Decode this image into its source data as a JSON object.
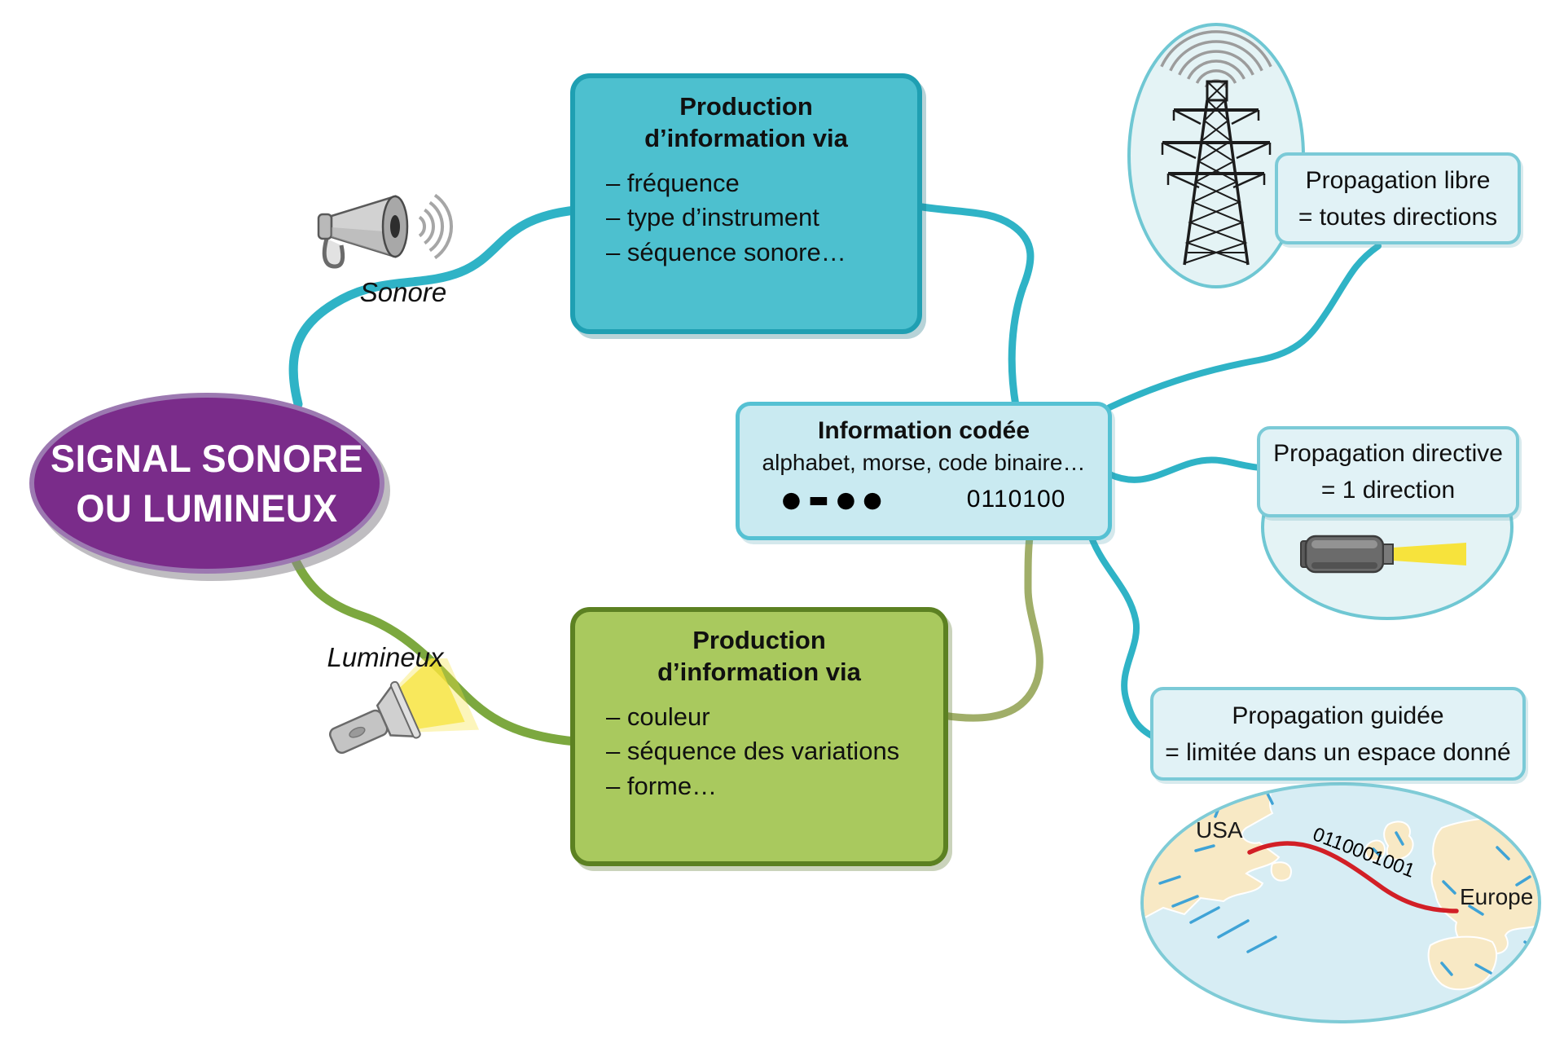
{
  "title_node": {
    "label": "SIGNAL SONORE\nOU LUMINEUX"
  },
  "branch_labels": {
    "sonore": "Sonore",
    "lumineux": "Lumineux"
  },
  "production_sound": {
    "title": "Production\nd’information via",
    "items": [
      "– fréquence",
      "– type d’instrument",
      "– séquence sonore…"
    ]
  },
  "production_light": {
    "title": "Production\nd’information via",
    "items": [
      "– couleur",
      "– séquence des variations",
      "– forme…"
    ]
  },
  "coded_info": {
    "title": "Information codée",
    "subtitle": "alphabet, morse, code binaire…",
    "morse": "●▬●●",
    "binary": "0110100"
  },
  "propagation_free": {
    "label": "Propagation libre\n= toutes directions"
  },
  "propagation_directive": {
    "label": "Propagation directive\n= 1 direction"
  },
  "propagation_guided": {
    "label": "Propagation guidée\n= limitée dans un espace donné"
  },
  "map": {
    "label_usa": "USA",
    "label_europe": "Europe",
    "cable_code": "0110001001"
  },
  "colors": {
    "purple_fill": "#7A2C8A",
    "purple_border": "#9C79B1",
    "teal_fill": "#4DC0CF",
    "teal_border": "#1F9FB2",
    "green_fill": "#A9C95E",
    "green_border": "#5C8122",
    "lightblue_fill": "#C9EAF1",
    "lightblue_border": "#55C1D3",
    "panel_fill": "#E1F2F6",
    "panel_border": "#7BCAD7",
    "teal_link": "#2FB3C6",
    "green_link": "#7CA83F",
    "olive_link": "#A0AE69",
    "cable_red": "#D21F26",
    "beam_yellow": "#F7E33C",
    "sea_fill": "#D7EDF4",
    "land_fill": "#F8E9C5"
  }
}
